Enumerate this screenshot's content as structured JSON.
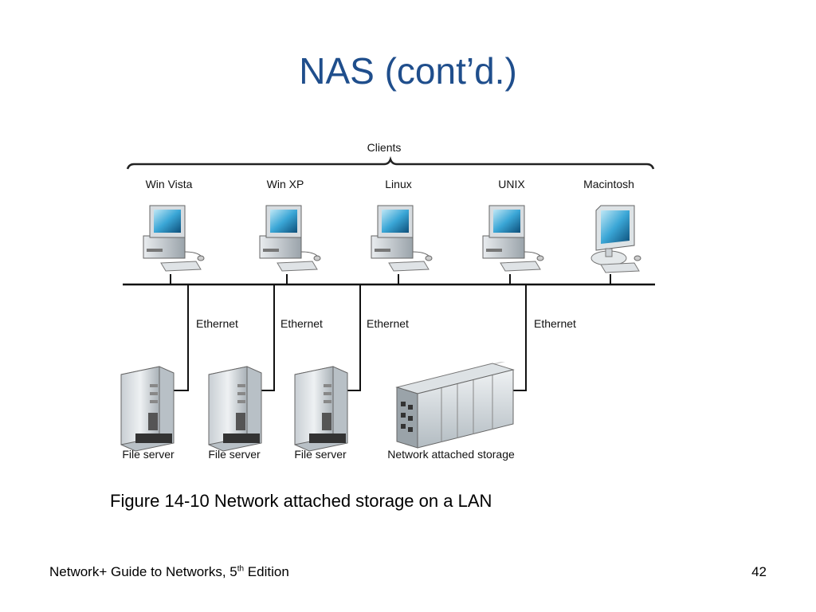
{
  "slide": {
    "title": "NAS (cont’d.)",
    "caption": "Figure 14-10 Network attached storage on a LAN",
    "footer": {
      "text_before": "Network+ Guide to Networks, 5",
      "superscript": "th",
      "text_after": " Edition",
      "page_number": "42"
    }
  },
  "diagram": {
    "clients_heading": "Clients",
    "clients": [
      {
        "label": "Win Vista",
        "icon": "desktop-computer-icon"
      },
      {
        "label": "Win XP",
        "icon": "desktop-computer-icon"
      },
      {
        "label": "Linux",
        "icon": "desktop-computer-icon"
      },
      {
        "label": "UNIX",
        "icon": "desktop-computer-icon"
      },
      {
        "label": "Macintosh",
        "icon": "imac-computer-icon"
      }
    ],
    "links": [
      {
        "label": "Ethernet"
      },
      {
        "label": "Ethernet"
      },
      {
        "label": "Ethernet"
      },
      {
        "label": "Ethernet"
      }
    ],
    "devices": [
      {
        "label": "File server",
        "icon": "tower-server-icon"
      },
      {
        "label": "File server",
        "icon": "tower-server-icon"
      },
      {
        "label": "File server",
        "icon": "tower-server-icon"
      },
      {
        "label": "Network attached storage",
        "icon": "nas-rack-icon"
      }
    ]
  }
}
